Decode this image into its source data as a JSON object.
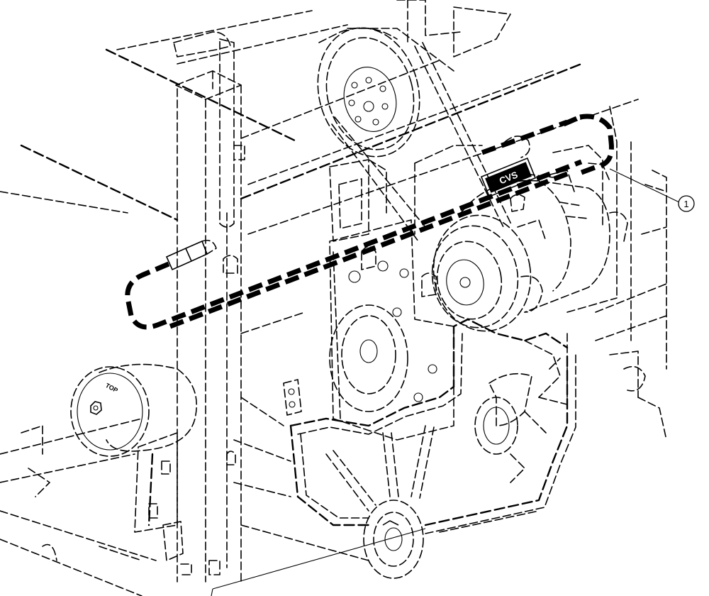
{
  "callouts": [
    {
      "label": "1"
    }
  ],
  "part_markings": {
    "filter_top": "TOP",
    "compressor_logo": "CVS"
  }
}
